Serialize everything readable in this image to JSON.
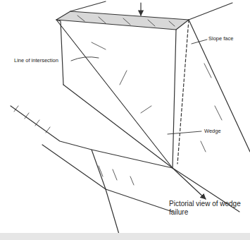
{
  "diagram": {
    "labels": [
      "Line of intersection",
      "Slope face",
      "Wedge",
      "Pictorial view of wedge failure"
    ]
  }
}
